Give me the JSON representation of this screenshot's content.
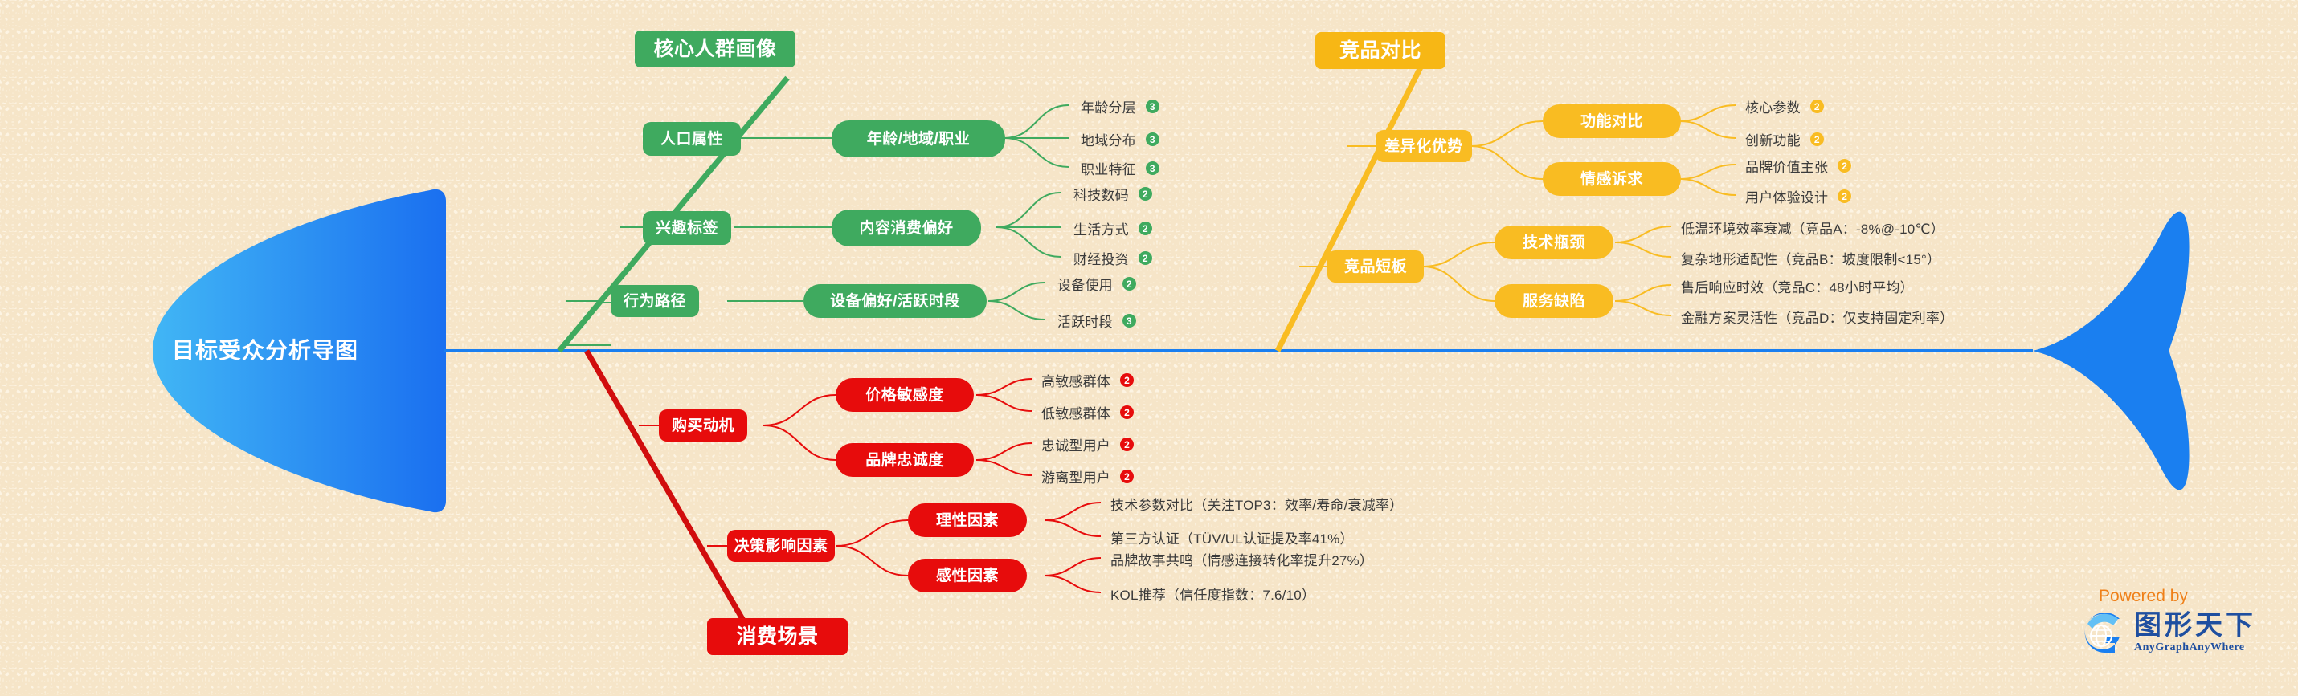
{
  "diagram": {
    "title": "目标受众分析导图",
    "type": "fishbone",
    "colors": {
      "head": "#1a7ff0",
      "spine": "#1a7ff0",
      "green": "#3faa5f",
      "yellow": "#f9bc22",
      "red": "#e70c0c",
      "background": "#fdf4e3",
      "leaf_text": "#3b3b3b"
    }
  },
  "branches": [
    {
      "id": "core-audience",
      "header": "核心人群画像",
      "color": "green",
      "position": "top-left",
      "groups": [
        {
          "lvl1": "人口属性",
          "lvl2": "年龄/地域/职业",
          "leaves": [
            {
              "text": "年龄分层",
              "badge": "3"
            },
            {
              "text": "地域分布",
              "badge": "3"
            },
            {
              "text": "职业特征",
              "badge": "3"
            }
          ]
        },
        {
          "lvl1": "兴趣标签",
          "lvl2": "内容消费偏好",
          "leaves": [
            {
              "text": "科技数码",
              "badge": "2"
            },
            {
              "text": "生活方式",
              "badge": "2"
            },
            {
              "text": "财经投资",
              "badge": "2"
            }
          ]
        },
        {
          "lvl1": "行为路径",
          "lvl2": "设备偏好/活跃时段",
          "leaves": [
            {
              "text": "设备使用",
              "badge": "2"
            },
            {
              "text": "活跃时段",
              "badge": "3"
            }
          ]
        }
      ]
    },
    {
      "id": "competitor-compare",
      "header": "竞品对比",
      "color": "yellow",
      "position": "top-right",
      "groups": [
        {
          "lvl1": "差异化优势",
          "subs": [
            {
              "lvl2": "功能对比",
              "leaves": [
                {
                  "text": "核心参数",
                  "badge": "2"
                },
                {
                  "text": "创新功能",
                  "badge": "2"
                }
              ]
            },
            {
              "lvl2": "情感诉求",
              "leaves": [
                {
                  "text": "品牌价值主张",
                  "badge": "2"
                },
                {
                  "text": "用户体验设计",
                  "badge": "2"
                }
              ]
            }
          ]
        },
        {
          "lvl1": "竞品短板",
          "subs": [
            {
              "lvl2": "技术瓶颈",
              "leaves": [
                {
                  "text": "低温环境效率衰减（竞品A：-8%@-10℃）",
                  "badge": ""
                },
                {
                  "text": "复杂地形适配性（竞品B：坡度限制<15°）",
                  "badge": ""
                }
              ]
            },
            {
              "lvl2": "服务缺陷",
              "leaves": [
                {
                  "text": "售后响应时效（竞品C：48小时平均）",
                  "badge": ""
                },
                {
                  "text": "金融方案灵活性（竞品D：仅支持固定利率）",
                  "badge": ""
                }
              ]
            }
          ]
        }
      ]
    },
    {
      "id": "consumption-scenario",
      "header": "消费场景",
      "color": "red",
      "position": "bottom-left",
      "groups": [
        {
          "lvl1": "购买动机",
          "subs": [
            {
              "lvl2": "价格敏感度",
              "leaves": [
                {
                  "text": "高敏感群体",
                  "badge": "2"
                },
                {
                  "text": "低敏感群体",
                  "badge": "2"
                }
              ]
            },
            {
              "lvl2": "品牌忠诚度",
              "leaves": [
                {
                  "text": "忠诚型用户",
                  "badge": "2"
                },
                {
                  "text": "游离型用户",
                  "badge": "2"
                }
              ]
            }
          ]
        },
        {
          "lvl1": "决策影响因素",
          "subs": [
            {
              "lvl2": "理性因素",
              "leaves": [
                {
                  "text": "技术参数对比（关注TOP3：效率/寿命/衰减率）",
                  "badge": ""
                },
                {
                  "text": "第三方认证（TÜV/UL认证提及率41%）",
                  "badge": ""
                }
              ]
            },
            {
              "lvl2": "感性因素",
              "leaves": [
                {
                  "text": "品牌故事共鸣（情感连接转化率提升27%）",
                  "badge": ""
                },
                {
                  "text": "KOL推荐（信任度指数：7.6/10）",
                  "badge": ""
                }
              ]
            }
          ]
        }
      ]
    }
  ],
  "watermark": {
    "powered_by": "Powered by",
    "brand_cn": "图形天下",
    "brand_en": "AnyGraphAnyWhere",
    "logo_letter": "G"
  }
}
